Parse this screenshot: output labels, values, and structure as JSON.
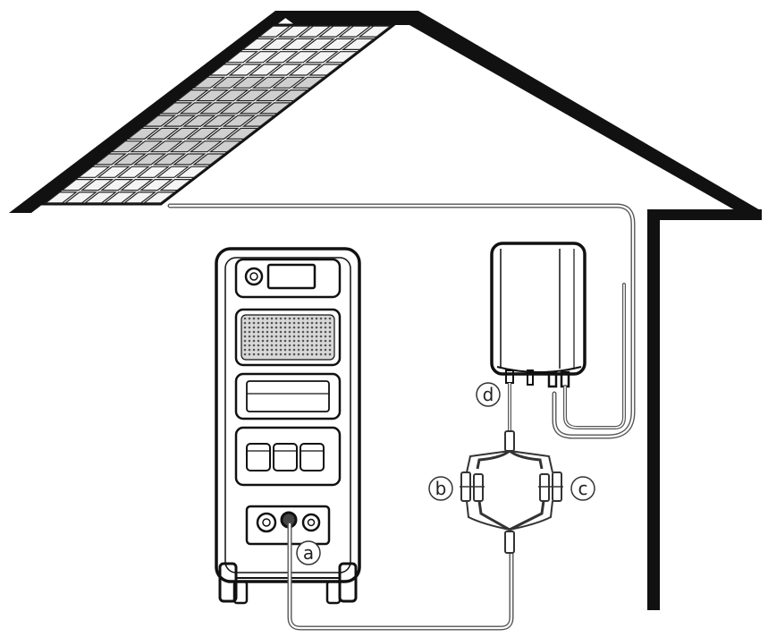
{
  "diagram": {
    "callouts": [
      {
        "id": "a",
        "label": "a"
      },
      {
        "id": "b",
        "label": "b"
      },
      {
        "id": "c",
        "label": "c"
      },
      {
        "id": "d",
        "label": "d"
      }
    ],
    "colors": {
      "stroke": "#111111",
      "cable": "#555555",
      "background": "#ffffff",
      "panel_cell": "#f4f4f4"
    },
    "icons": [
      "house-outline",
      "solar-panel-icon",
      "power-station-icon",
      "inverter-box-icon",
      "y-branch-connector-icon",
      "cable-icon"
    ]
  }
}
